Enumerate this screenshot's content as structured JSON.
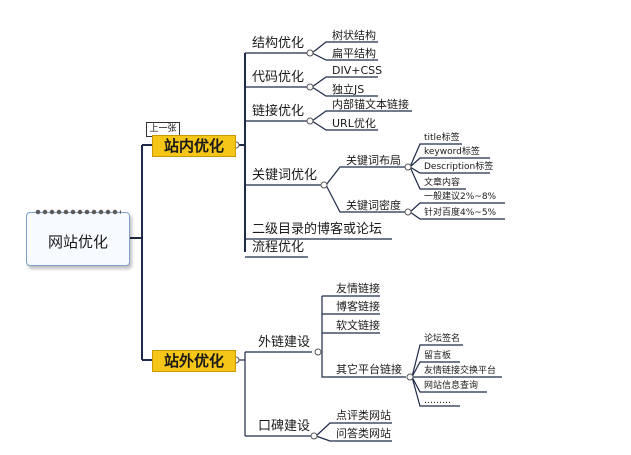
{
  "root": {
    "label": "网站优化"
  },
  "tag": "上一张",
  "onsite": {
    "label": "站内优化",
    "structure": {
      "label": "结构优化",
      "items": [
        "树状结构",
        "扁平结构"
      ]
    },
    "code": {
      "label": "代码优化",
      "items": [
        "DIV+CSS",
        "独立JS"
      ]
    },
    "links": {
      "label": "链接优化",
      "items": [
        "内部锚文本链接",
        "URL优化"
      ]
    },
    "keywords": {
      "label": "关键词优化",
      "layout": {
        "label": "关键词布局",
        "items": [
          "title标签",
          "keyword标签",
          "Description标签",
          "文章内容"
        ]
      },
      "density": {
        "label": "关键词密度",
        "items": [
          "一般建议2%~8%",
          "针对百度4%~5%"
        ]
      }
    },
    "subdir": {
      "label": "二级目录的博客或论坛"
    },
    "process": {
      "label": "流程优化"
    }
  },
  "offsite": {
    "label": "站外优化",
    "backlinks": {
      "label": "外链建设",
      "items": [
        "友情链接",
        "博客链接",
        "软文链接"
      ],
      "other": {
        "label": "其它平台链接",
        "items": [
          "论坛签名",
          "留言板",
          "友情链接交换平台",
          "网站信息查询",
          "………"
        ]
      }
    },
    "reputation": {
      "label": "口碑建设",
      "items": [
        "点评类网站",
        "问答类网站"
      ]
    }
  },
  "colors": {
    "line": "#1f2a4a",
    "accent": "#f5c518"
  }
}
